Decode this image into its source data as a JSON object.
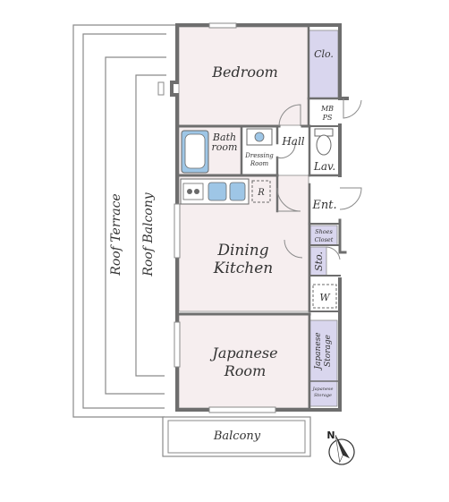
{
  "colors": {
    "room_fill": "#f6eeef",
    "storage_fill": "#d9d6ee",
    "white_fill": "#ffffff",
    "wall": "#6e6e6e",
    "thin_line": "#8a8a8a",
    "fixture_blue": "#9ec6e6"
  },
  "rooms": {
    "bedroom": "Bedroom",
    "closet": "Clo.",
    "mbps_top": "MB",
    "mbps_bottom": "PS",
    "bath_top": "Bath",
    "bath_bottom": "room",
    "dressing_top": "Dressing",
    "dressing_bottom": "Room",
    "hall": "Hall",
    "lav": "Lav.",
    "ent": "Ent.",
    "shoes_top": "Shoes",
    "shoes_bottom": "Closet",
    "sto": "Sto.",
    "w": "W",
    "r": "R",
    "dining_top": "Dining",
    "dining_bottom": "Kitchen",
    "japanese_top": "Japanese",
    "japanese_bottom": "Room",
    "jp_storage_top": "Japanese",
    "jp_storage_bottom": "Storage",
    "jp_storage_small_top": "Japanese",
    "jp_storage_small_bottom": "Storage",
    "roof_terrace": "Roof Terrace",
    "roof_balcony": "Roof Balcony",
    "balcony": "Balcony"
  },
  "compass": {
    "north_label": "N",
    "icon": "north-arrow-icon"
  }
}
